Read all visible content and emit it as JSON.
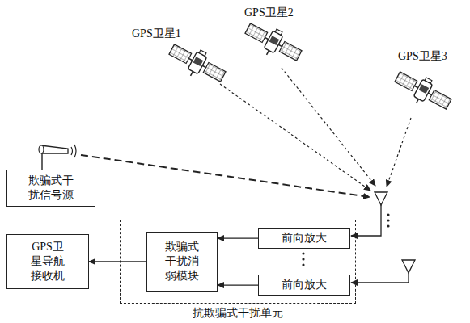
{
  "diagram": {
    "nodes": [
      {
        "text": [
          "欺骗式干扰信号源"
        ]
      },
      {
        "text": [
          "GPS卫星导航接收机"
        ]
      },
      {
        "text": [
          "抗欺骗式干扰单元"
        ]
      },
      {
        "text": [
          "欺骗式干扰消弱模块"
        ],
        "in": 2
      },
      {
        "text": [
          "前向放大"
        ],
        "in": 2
      },
      {
        "text": [
          "前向放大"
        ],
        "in": 2
      }
    ],
    "edges": [
      {
        "from": 4,
        "to": 3,
        "arrow": "to"
      },
      {
        "from": 5,
        "to": 3,
        "arrow": "to"
      },
      {
        "from": 3,
        "to": 1,
        "arrow": "to"
      }
    ],
    "labels": [
      "GPS卫星1",
      "GPS卫星2",
      "GPS卫星3"
    ]
  }
}
